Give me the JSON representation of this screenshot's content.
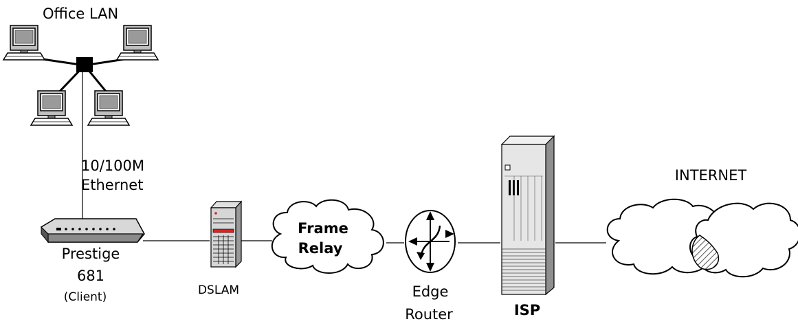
{
  "labels": {
    "office_lan": "Office LAN",
    "ethernet_line1": "10/100M",
    "ethernet_line2": "Ethernet",
    "prestige_line1": "Prestige",
    "prestige_line2": "681",
    "prestige_line3": "(Client)",
    "dslam": "DSLAM",
    "frame_relay_line1": "Frame",
    "frame_relay_line2": "Relay",
    "edge_router_line1": "Edge",
    "edge_router_line2": "Router",
    "isp": "ISP",
    "internet": "INTERNET"
  },
  "icons": {
    "computer": "computer-icon",
    "hub": "hub-icon",
    "modem": "modem-icon",
    "dslam": "dslam-rack-icon",
    "cloud": "cloud-icon",
    "router": "router-icon",
    "server": "server-tower-icon"
  }
}
